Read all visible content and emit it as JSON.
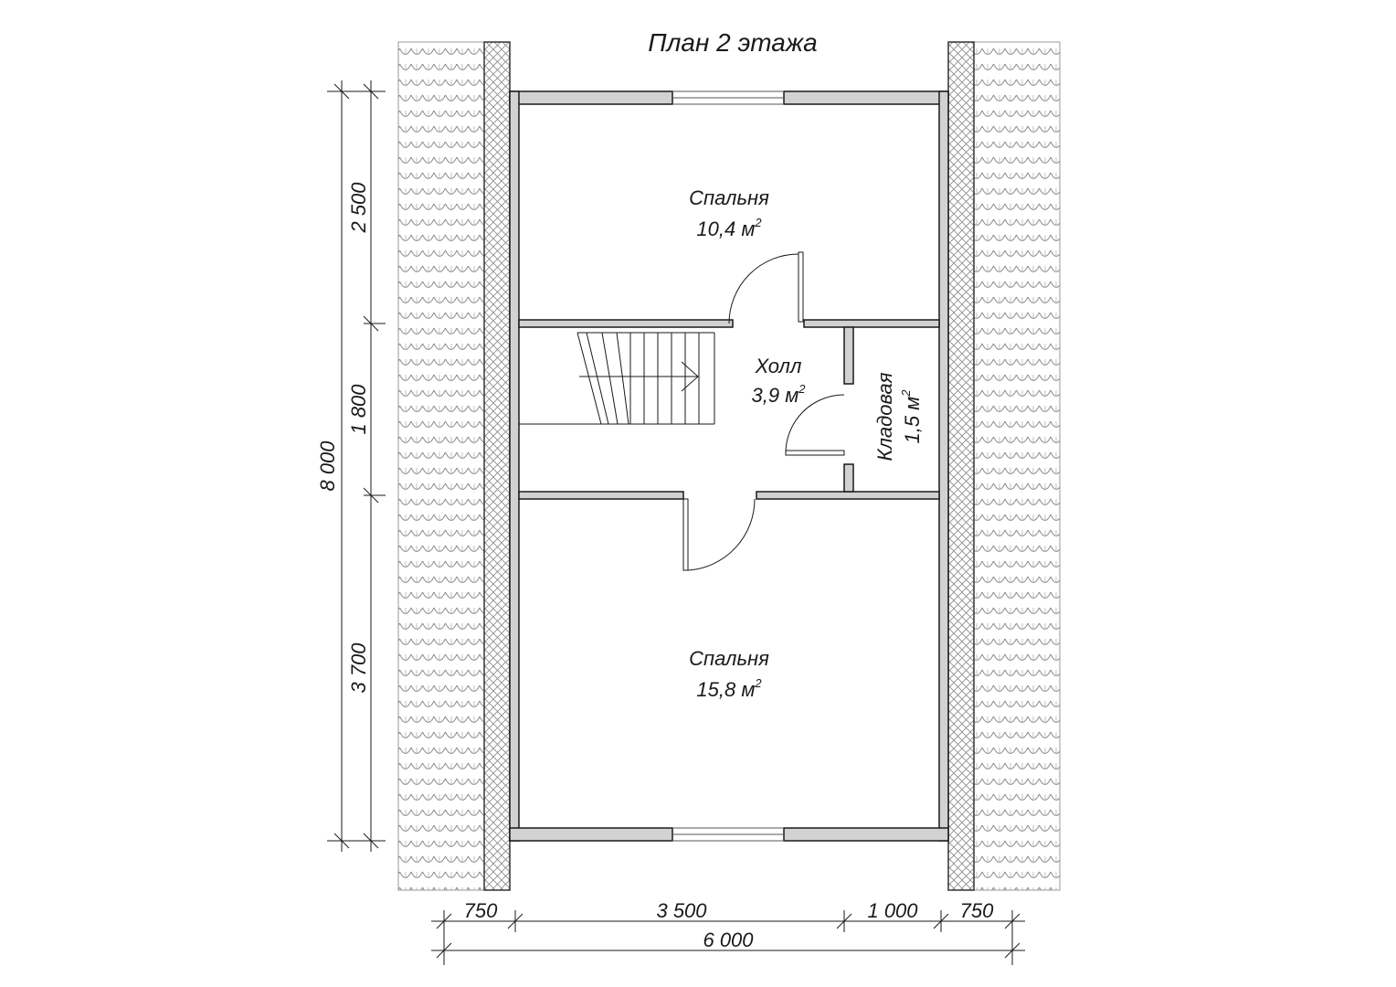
{
  "title": "План 2 этажа",
  "rooms": [
    {
      "name": "Спальня",
      "area": "10,4",
      "unit": "м",
      "exp": "2"
    },
    {
      "name": "Холл",
      "area": "3,9",
      "unit": "м",
      "exp": "2"
    },
    {
      "name": "Кладовая",
      "area": "1,5",
      "unit": "м",
      "exp": "2"
    },
    {
      "name": "Спальня",
      "area": "15,8",
      "unit": "м",
      "exp": "2"
    }
  ],
  "dimensions": {
    "vertical_total": "8 000",
    "vertical_segments": [
      "2 500",
      "1 800",
      "3 700"
    ],
    "horizontal_segments": [
      "750",
      "3 500",
      "1 000",
      "750"
    ],
    "horizontal_total": "6 000"
  },
  "colors": {
    "wall_fill": "#d2d2d2",
    "line": "#1a1a1a",
    "roof_pattern": "#8a8a8a"
  }
}
